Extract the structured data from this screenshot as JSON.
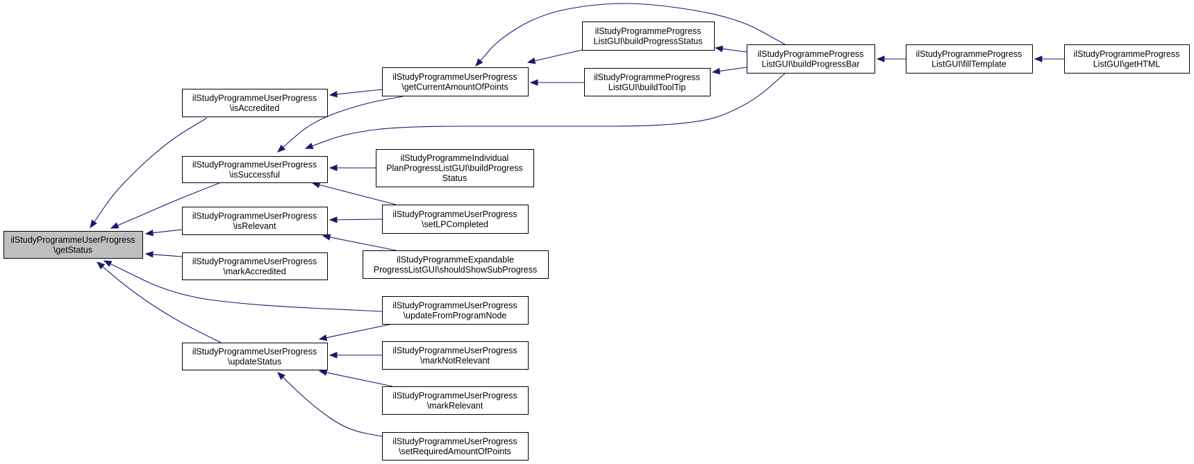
{
  "colors": {
    "edge": "#191970",
    "root_fill": "#bfbfbf",
    "node_fill": "#ffffff",
    "border": "#000000"
  },
  "nodes": [
    {
      "id": "getStatus",
      "lines": [
        "ilStudyProgrammeUserProgress",
        "\\getStatus"
      ],
      "root": true
    },
    {
      "id": "isAccredited",
      "lines": [
        "ilStudyProgrammeUserProgress",
        "\\isAccredited"
      ]
    },
    {
      "id": "isSuccessful",
      "lines": [
        "ilStudyProgrammeUserProgress",
        "\\isSuccessful"
      ]
    },
    {
      "id": "isRelevant",
      "lines": [
        "ilStudyProgrammeUserProgress",
        "\\isRelevant"
      ]
    },
    {
      "id": "markAccredited",
      "lines": [
        "ilStudyProgrammeUserProgress",
        "\\markAccredited"
      ]
    },
    {
      "id": "updateStatus",
      "lines": [
        "ilStudyProgrammeUserProgress",
        "\\updateStatus"
      ]
    },
    {
      "id": "getCurrentAmountOfPoints",
      "lines": [
        "ilStudyProgrammeUserProgress",
        "\\getCurrentAmountOfPoints"
      ]
    },
    {
      "id": "individualBuildProgressStatus",
      "lines": [
        "ilStudyProgrammeIndividual",
        "PlanProgressListGUI\\buildProgress",
        "Status"
      ]
    },
    {
      "id": "setLPCompleted",
      "lines": [
        "ilStudyProgrammeUserProgress",
        "\\setLPCompleted"
      ]
    },
    {
      "id": "shouldShowSubProgress",
      "lines": [
        "ilStudyProgrammeExpandable",
        "ProgressListGUI\\shouldShowSubProgress"
      ]
    },
    {
      "id": "updateFromProgramNode",
      "lines": [
        "ilStudyProgrammeUserProgress",
        "\\updateFromProgramNode"
      ]
    },
    {
      "id": "markNotRelevant",
      "lines": [
        "ilStudyProgrammeUserProgress",
        "\\markNotRelevant"
      ]
    },
    {
      "id": "markRelevant",
      "lines": [
        "ilStudyProgrammeUserProgress",
        "\\markRelevant"
      ]
    },
    {
      "id": "setRequiredAmountOfPoints",
      "lines": [
        "ilStudyProgrammeUserProgress",
        "\\setRequiredAmountOfPoints"
      ]
    },
    {
      "id": "buildProgressStatus",
      "lines": [
        "ilStudyProgrammeProgress",
        "ListGUI\\buildProgressStatus"
      ]
    },
    {
      "id": "buildToolTip",
      "lines": [
        "ilStudyProgrammeProgress",
        "ListGUI\\buildToolTip"
      ]
    },
    {
      "id": "buildProgressBar",
      "lines": [
        "ilStudyProgrammeProgress",
        "ListGUI\\buildProgressBar"
      ]
    },
    {
      "id": "fillTemplate",
      "lines": [
        "ilStudyProgrammeProgress",
        "ListGUI\\fillTemplate"
      ]
    },
    {
      "id": "getHTML",
      "lines": [
        "ilStudyProgrammeProgress",
        "ListGUI\\getHTML"
      ]
    }
  ],
  "edges": [
    {
      "from": "isAccredited",
      "to": "getStatus"
    },
    {
      "from": "isSuccessful",
      "to": "getStatus"
    },
    {
      "from": "isRelevant",
      "to": "getStatus"
    },
    {
      "from": "markAccredited",
      "to": "getStatus"
    },
    {
      "from": "updateStatus",
      "to": "getStatus"
    },
    {
      "from": "updateFromProgramNode",
      "to": "getStatus"
    },
    {
      "from": "getCurrentAmountOfPoints",
      "to": "isAccredited"
    },
    {
      "from": "getCurrentAmountOfPoints",
      "to": "isSuccessful"
    },
    {
      "from": "individualBuildProgressStatus",
      "to": "isSuccessful"
    },
    {
      "from": "setLPCompleted",
      "to": "isSuccessful"
    },
    {
      "from": "buildProgressBar",
      "to": "isSuccessful"
    },
    {
      "from": "setLPCompleted",
      "to": "isRelevant"
    },
    {
      "from": "shouldShowSubProgress",
      "to": "isRelevant"
    },
    {
      "from": "updateFromProgramNode",
      "to": "updateStatus"
    },
    {
      "from": "markNotRelevant",
      "to": "updateStatus"
    },
    {
      "from": "markRelevant",
      "to": "updateStatus"
    },
    {
      "from": "setRequiredAmountOfPoints",
      "to": "updateStatus"
    },
    {
      "from": "buildProgressStatus",
      "to": "getCurrentAmountOfPoints"
    },
    {
      "from": "buildToolTip",
      "to": "getCurrentAmountOfPoints"
    },
    {
      "from": "buildProgressBar",
      "to": "getCurrentAmountOfPoints"
    },
    {
      "from": "buildProgressBar",
      "to": "buildProgressStatus"
    },
    {
      "from": "buildProgressBar",
      "to": "buildToolTip"
    },
    {
      "from": "fillTemplate",
      "to": "buildProgressBar"
    },
    {
      "from": "getHTML",
      "to": "fillTemplate"
    }
  ]
}
